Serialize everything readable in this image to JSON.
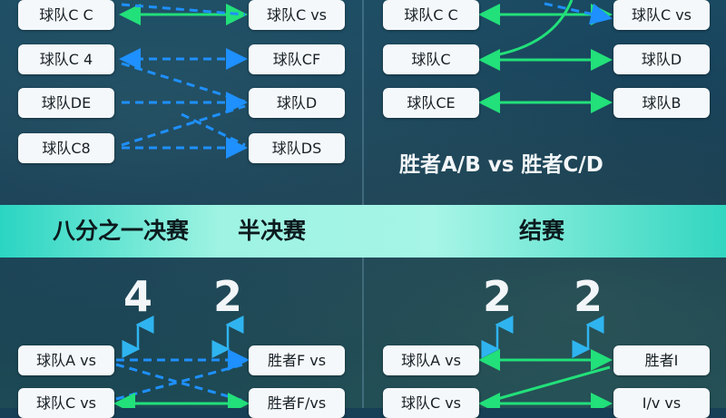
{
  "colors": {
    "band": "#8ef0df",
    "solid_line": "#22e07a",
    "dashed_line": "#1e90ff",
    "arrow": "#2fb4f0"
  },
  "top_left": {
    "left_teams": [
      "球队C C",
      "球队C 4",
      "球队DE",
      "球队C8"
    ],
    "right_teams": [
      "球队C vs",
      "球队CF",
      "球队D",
      "球队DS"
    ]
  },
  "top_right": {
    "left_teams": [
      "球队C C",
      "球队C",
      "球队CE"
    ],
    "right_teams": [
      "球队C vs",
      "球队D",
      "球队B"
    ],
    "caption": "胜者A/B vs 胜者C/D"
  },
  "band": {
    "label_round16": "八分之一决赛",
    "label_semis": "半决赛",
    "label_final": "结赛"
  },
  "bottom_left": {
    "score_left": "4",
    "score_right": "2",
    "left_teams": [
      "球队A vs",
      "球队C vs"
    ],
    "right_teams": [
      "胜者F vs",
      "胜者F/vs"
    ]
  },
  "bottom_right": {
    "score_left": "2",
    "score_right": "2",
    "left_teams": [
      "球队A vs",
      "球队C vs"
    ],
    "right_teams": [
      "胜者I",
      "I/v vs"
    ]
  }
}
